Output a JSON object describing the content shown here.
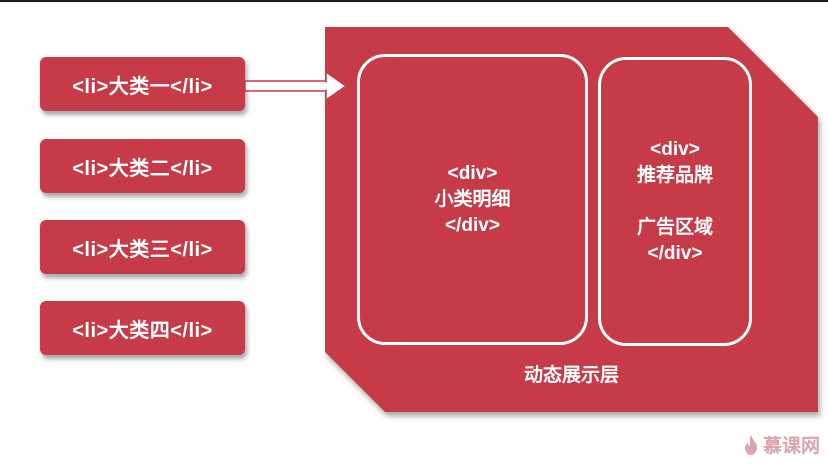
{
  "list_items": [
    "<li>大类一</li>",
    "<li>大类二</li>",
    "<li>大类三</li>",
    "<li>大类四</li>"
  ],
  "panel": {
    "label": "动态展示层",
    "left_box": {
      "lines": [
        "<div>",
        "小类明细",
        "</div>"
      ]
    },
    "right_box": {
      "lines_top": [
        "<div>",
        "推荐品牌"
      ],
      "lines_bottom": [
        "广告区域",
        "</div>"
      ]
    }
  },
  "watermark": {
    "text": "慕课网"
  },
  "colors": {
    "panel_red": "#c73a48",
    "white": "#ffffff"
  },
  "icons": {
    "arrow": "right-arrow-icon",
    "logo": "flame-icon"
  }
}
